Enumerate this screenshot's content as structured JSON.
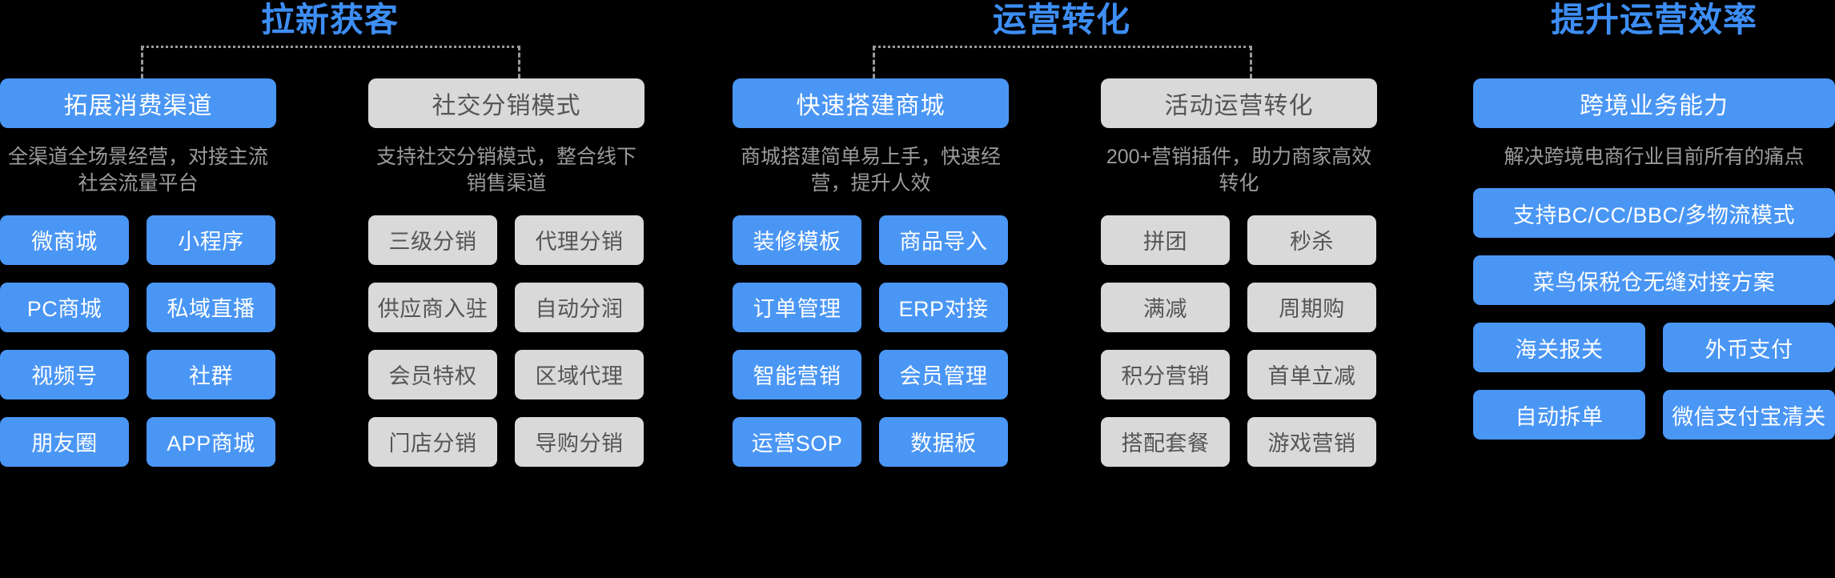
{
  "sections": [
    {
      "title": "拉新获客",
      "bracket": true
    },
    {
      "title": "运营转化",
      "bracket": true
    },
    {
      "title": "提升运营效率",
      "bracket": false
    }
  ],
  "colors": {
    "accent_blue": "#4a96f5",
    "title_blue": "#3d8ef5",
    "tile_gray": "#d9d9d9",
    "desc_gray": "#9b9b9b",
    "background": "#000000"
  },
  "columns": [
    {
      "head": "拓展消费渠道",
      "style": "blue",
      "desc": "全渠道全场景经营，对接主流社会流量平台",
      "tiles": [
        {
          "label": "微商城",
          "style": "blue"
        },
        {
          "label": "小程序",
          "style": "blue"
        },
        {
          "label": "PC商城",
          "style": "blue"
        },
        {
          "label": "私域直播",
          "style": "blue"
        },
        {
          "label": "视频号",
          "style": "blue"
        },
        {
          "label": "社群",
          "style": "blue"
        },
        {
          "label": "朋友圈",
          "style": "blue"
        },
        {
          "label": "APP商城",
          "style": "blue"
        }
      ]
    },
    {
      "head": "社交分销模式",
      "style": "gray",
      "desc": "支持社交分销模式，整合线下销售渠道",
      "tiles": [
        {
          "label": "三级分销",
          "style": "gray"
        },
        {
          "label": "代理分销",
          "style": "gray"
        },
        {
          "label": "供应商入驻",
          "style": "gray"
        },
        {
          "label": "自动分润",
          "style": "gray"
        },
        {
          "label": "会员特权",
          "style": "gray"
        },
        {
          "label": "区域代理",
          "style": "gray"
        },
        {
          "label": "门店分销",
          "style": "gray"
        },
        {
          "label": "导购分销",
          "style": "gray"
        }
      ]
    },
    {
      "head": "快速搭建商城",
      "style": "blue",
      "desc": "商城搭建简单易上手，快速经营，提升人效",
      "tiles": [
        {
          "label": "装修模板",
          "style": "blue"
        },
        {
          "label": "商品导入",
          "style": "blue"
        },
        {
          "label": "订单管理",
          "style": "blue"
        },
        {
          "label": "ERP对接",
          "style": "blue"
        },
        {
          "label": "智能营销",
          "style": "blue"
        },
        {
          "label": "会员管理",
          "style": "blue"
        },
        {
          "label": "运营SOP",
          "style": "blue"
        },
        {
          "label": "数据板",
          "style": "blue"
        }
      ]
    },
    {
      "head": "活动运营转化",
      "style": "gray",
      "desc": "200+营销插件，助力商家高效转化",
      "tiles": [
        {
          "label": "拼团",
          "style": "gray"
        },
        {
          "label": "秒杀",
          "style": "gray"
        },
        {
          "label": "满减",
          "style": "gray"
        },
        {
          "label": "周期购",
          "style": "gray"
        },
        {
          "label": "积分营销",
          "style": "gray"
        },
        {
          "label": "首单立减",
          "style": "gray"
        },
        {
          "label": "搭配套餐",
          "style": "gray"
        },
        {
          "label": "游戏营销",
          "style": "gray"
        }
      ]
    },
    {
      "head": "跨境业务能力",
      "style": "blue",
      "desc": "解决跨境电商行业目前所有的痛点",
      "tiles": [
        {
          "label": "支持BC/CC/BBC/多物流模式",
          "style": "blue",
          "wide": true
        },
        {
          "label": "菜鸟保税仓无缝对接方案",
          "style": "blue",
          "wide": true
        },
        {
          "label": "海关报关",
          "style": "blue"
        },
        {
          "label": "外币支付",
          "style": "blue"
        },
        {
          "label": "自动拆单",
          "style": "blue"
        },
        {
          "label": "微信支付宝清关",
          "style": "blue"
        }
      ]
    }
  ]
}
